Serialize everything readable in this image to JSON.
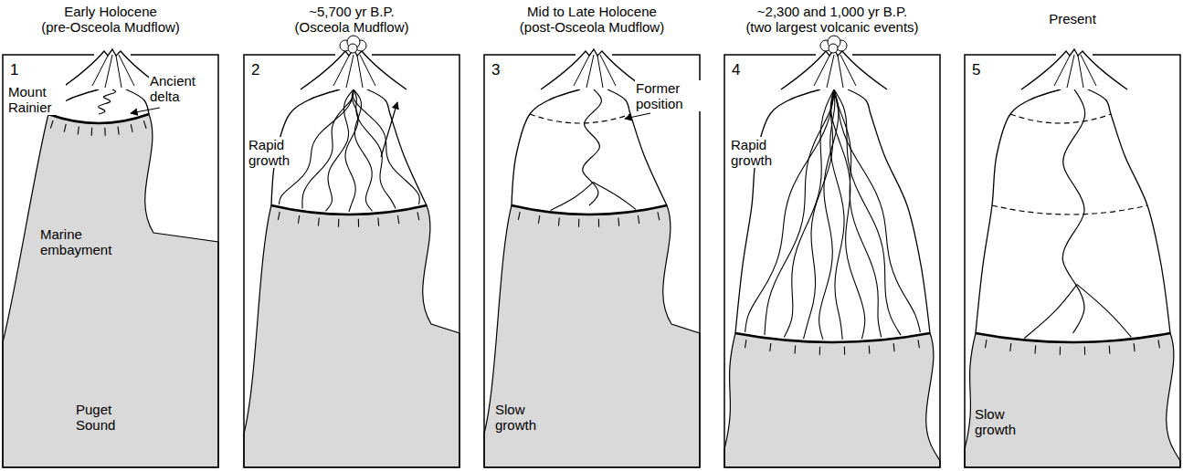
{
  "diagram": {
    "nodes": [
      {
        "text": [
          "Early Holocene",
          "(pre-Osceola Mudflow)",
          "1"
        ]
      },
      {
        "text": [
          "~5,700 yr B.P.",
          "(Osceola Mudflow)",
          "2"
        ]
      },
      {
        "text": [
          "Mid to Late Holocene",
          "(post-Osceola Mudflow)",
          "3"
        ]
      },
      {
        "text": [
          "~2,300 and 1,000 yr B.P.",
          "(two largest volcanic events)",
          "4"
        ]
      },
      {
        "text": [
          "Present",
          "5"
        ]
      }
    ],
    "labels": [
      "Mount Rainier",
      "Ancient delta",
      "Marine embayment",
      "Puget Sound",
      "Rapid growth",
      "Former position",
      "Slow growth",
      "Rapid growth",
      "Slow growth"
    ]
  }
}
